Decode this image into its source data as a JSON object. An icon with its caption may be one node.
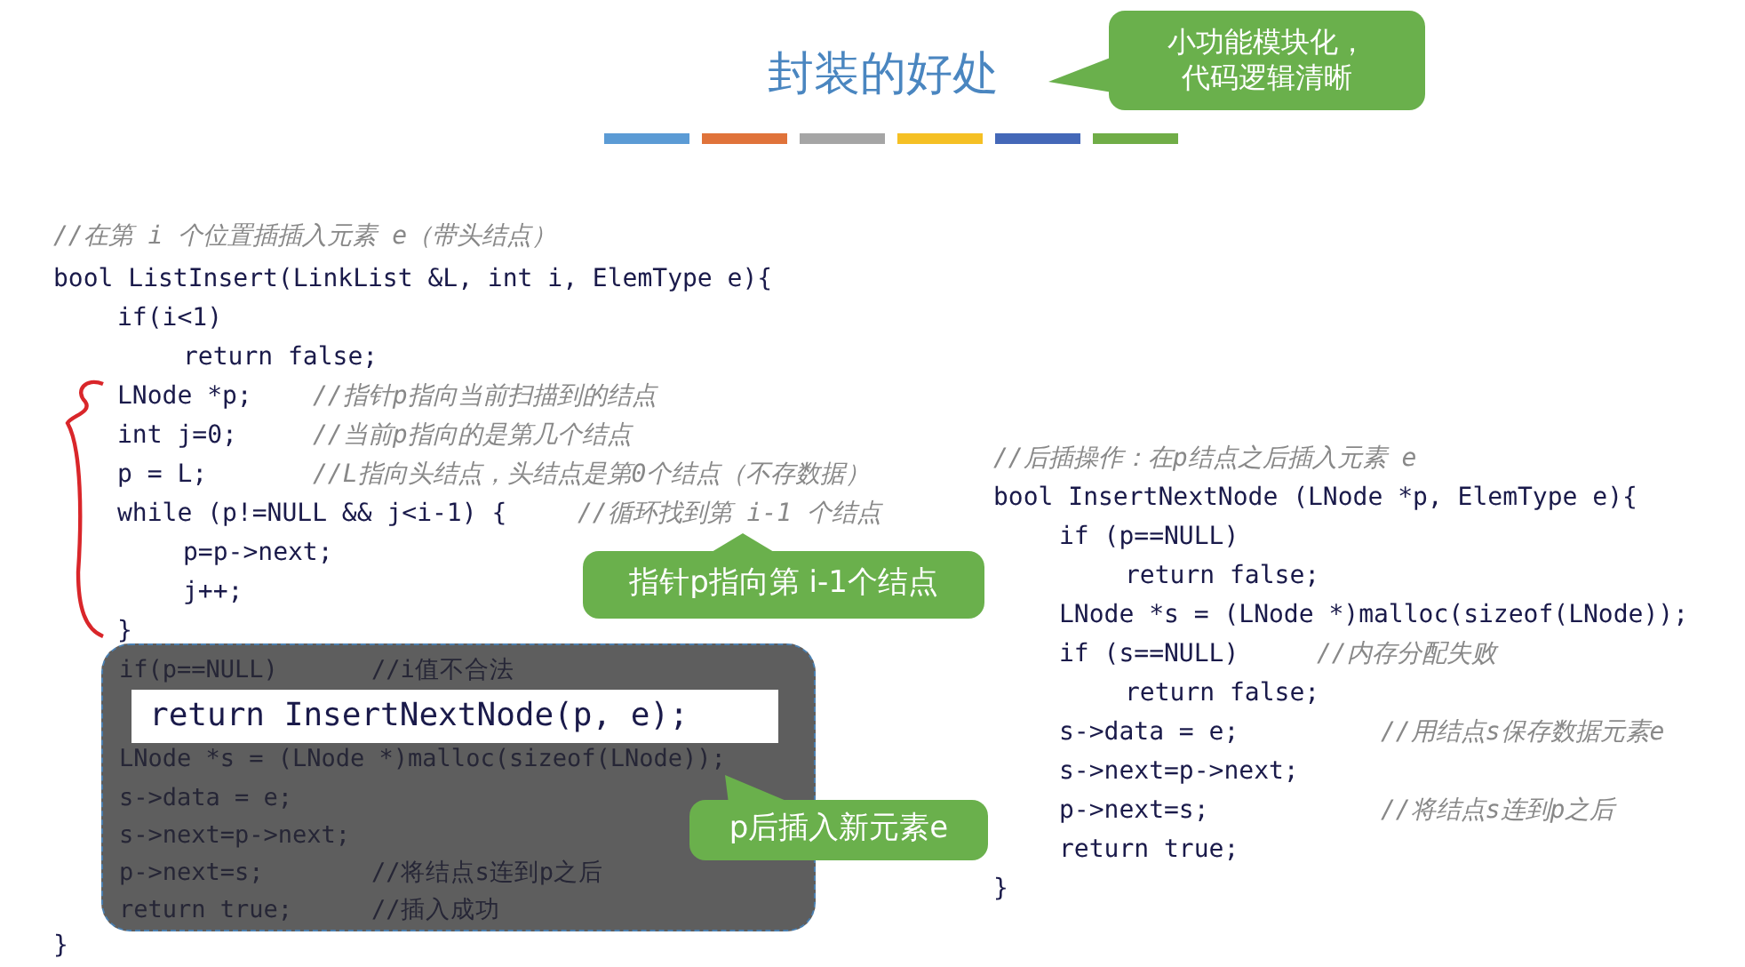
{
  "diagram": {
    "title": "封装的好处",
    "nodes": [
      {
        "text": [
          "小功能模块化，代码逻辑清晰"
        ]
      },
      {
        "text": [
          "指针p指向第 i-1个结点"
        ]
      },
      {
        "text": [
          "if(p==NULL)",
          "//i值不合法",
          "LNode *s = (LNode *)malloc(sizeof(LNode));",
          "s->data = e;",
          "s->next=p->next;",
          "p->next=s;",
          "//将结点s连到p之后",
          "return true;",
          "//插入成功"
        ]
      },
      {
        "text": [
          "return InsertNextNode(p, e);"
        ],
        "in": 2
      },
      {
        "text": [
          "p后插入新元素e"
        ]
      }
    ],
    "labels": [
      "//在第 i 个位置插插入元素 e（带头结点）",
      "bool ListInsert(LinkList &L, int i, ElemType e){",
      "if(i<1)",
      "return false;",
      "LNode *p;",
      "//指针p指向当前扫描到的结点",
      "int j=0;",
      "//当前p指向的是第几个结点",
      "p = L;",
      "//L指向头结点，头结点是第0个结点（不存数据）",
      "while (p!=NULL && j<i-1) {",
      "//循环找到第 i-1 个结点",
      "p=p->next;",
      "j++;",
      "}",
      "}",
      "//后插操作：在p结点之后插入元素 e",
      "bool InsertNextNode (LNode *p, ElemType e){",
      "if (p==NULL)",
      "return false;",
      "LNode *s = (LNode *)malloc(sizeof(LNode));",
      "if (s==NULL)",
      "//内存分配失败",
      "return false;",
      "s->data = e;",
      "//用结点s保存数据元素e",
      "s->next=p->next;",
      "p->next=s;",
      "//将结点s连到p之后",
      "return true;",
      "}"
    ]
  }
}
